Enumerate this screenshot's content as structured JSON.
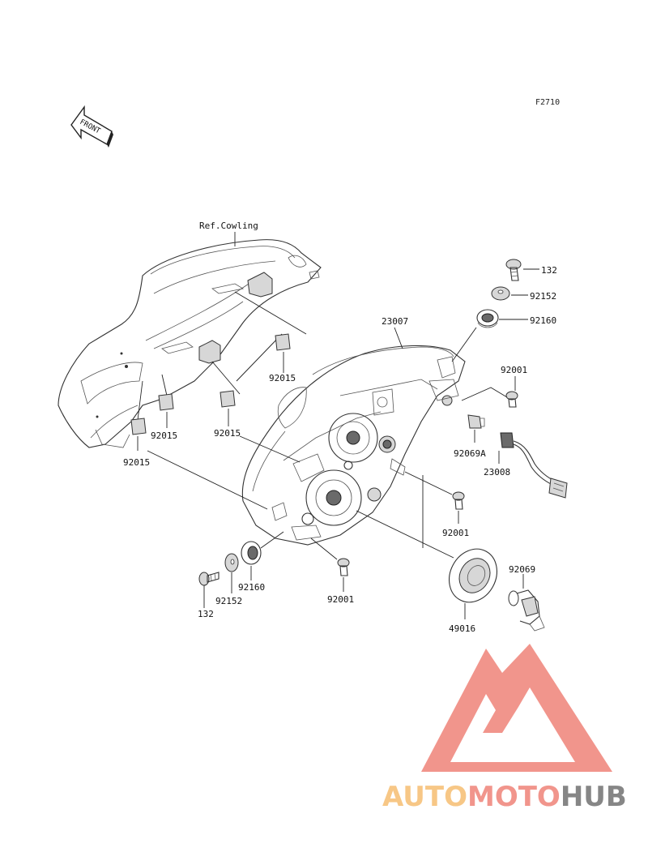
{
  "diagram": {
    "figure_code": "F2710",
    "front_label": "FRONT",
    "ref_label": "Ref.Cowling",
    "parts": {
      "p132_top": "132",
      "p92152_top": "92152",
      "p92160_top": "92160",
      "p23007": "23007",
      "p92001_right": "92001",
      "p92069A": "92069A",
      "p23008": "23008",
      "p92001_mid": "92001",
      "p92015_a": "92015",
      "p92015_b": "92015",
      "p92015_c": "92015",
      "p92015_d": "92015",
      "p92160_bottom": "92160",
      "p92152_bottom": "92152",
      "p132_bottom": "132",
      "p92001_bottom": "92001",
      "p49016": "49016",
      "p92069": "92069"
    }
  },
  "watermark": {
    "part1": "AUTO",
    "part2": "MOTO",
    "part3": "HUB",
    "color_red": "#f08a80",
    "color_orange": "#f7c27a",
    "color_gray": "#7a7a7a"
  }
}
